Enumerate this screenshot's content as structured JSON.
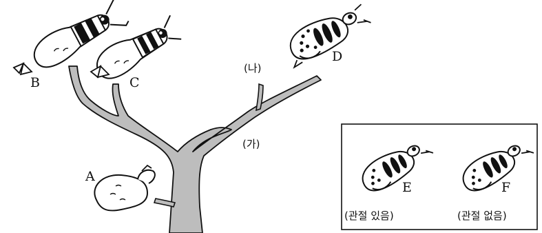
{
  "labels": {
    "A": "A",
    "B": "B",
    "C": "C",
    "D": "D",
    "E": "E",
    "F": "F",
    "ga": "(가)",
    "na": "(나)"
  },
  "captions": {
    "e": "(관절 있음)",
    "f": "(관절 없음)"
  },
  "colors": {
    "trunk": "#bdbdbd",
    "ink": "#111111",
    "body": "#ffffff"
  }
}
